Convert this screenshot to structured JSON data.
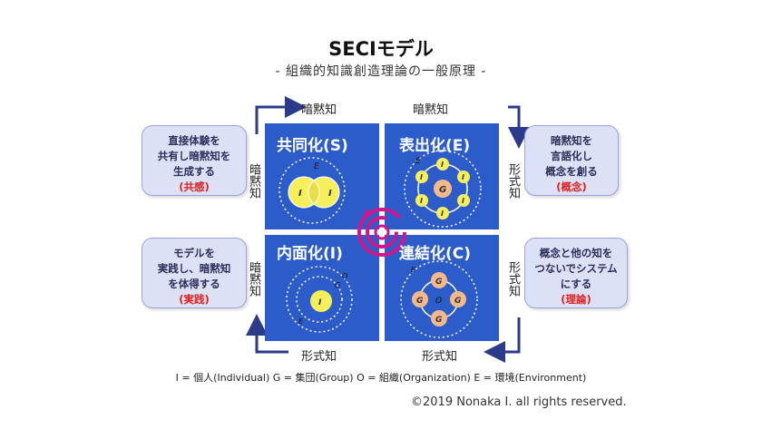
{
  "title": "SECIモデル",
  "subtitle": "- 組織的知識創造理論の一般原理 -",
  "quadrants": {
    "socialization": "共同化(S)",
    "externalization": "表出化(E)",
    "internalization": "内面化(I)",
    "combination": "連結化(C)"
  },
  "axis": {
    "top_left": "暗黙知",
    "top_right": "暗黙知",
    "bottom_left": "形式知",
    "bottom_right": "形式知",
    "left_top": "暗黙知",
    "left_bottom": "暗黙知",
    "right_top": "形式知",
    "right_bottom": "形式知"
  },
  "bubbles": {
    "socialization": {
      "lines": [
        "直接体験を",
        "共有し暗黙知を",
        "生成する"
      ],
      "key": "(共感)"
    },
    "externalization": {
      "lines": [
        "暗黙知を",
        "言語化し",
        "概念を創る"
      ],
      "key": "(概念)"
    },
    "internalization": {
      "lines": [
        "モデルを",
        "実践し、暗黙知",
        "を体得する"
      ],
      "key": "(実践)"
    },
    "combination": {
      "lines": [
        "概念と他の知を",
        "つないでシステム",
        "にする"
      ],
      "key": "(理論)"
    }
  },
  "symbols": {
    "individual": "I",
    "group": "G",
    "organization": "O",
    "environment": "E"
  },
  "legend": "I = 個人(Individual)  G = 集団(Group)  O = 組織(Organization)  E = 環境(Environment)",
  "copyright": "©2019 Nonaka I. all rights reserved.",
  "colors": {
    "quadrant_blue": "#2b5cc9",
    "arrow_navy": "#2c3a8a",
    "spiral_magenta": "#d0168c",
    "individual_yellow": "#f6ef5c",
    "group_peach": "#f3b98c",
    "bubble_fill": "#dde1f6",
    "key_red": "#e0201e"
  }
}
